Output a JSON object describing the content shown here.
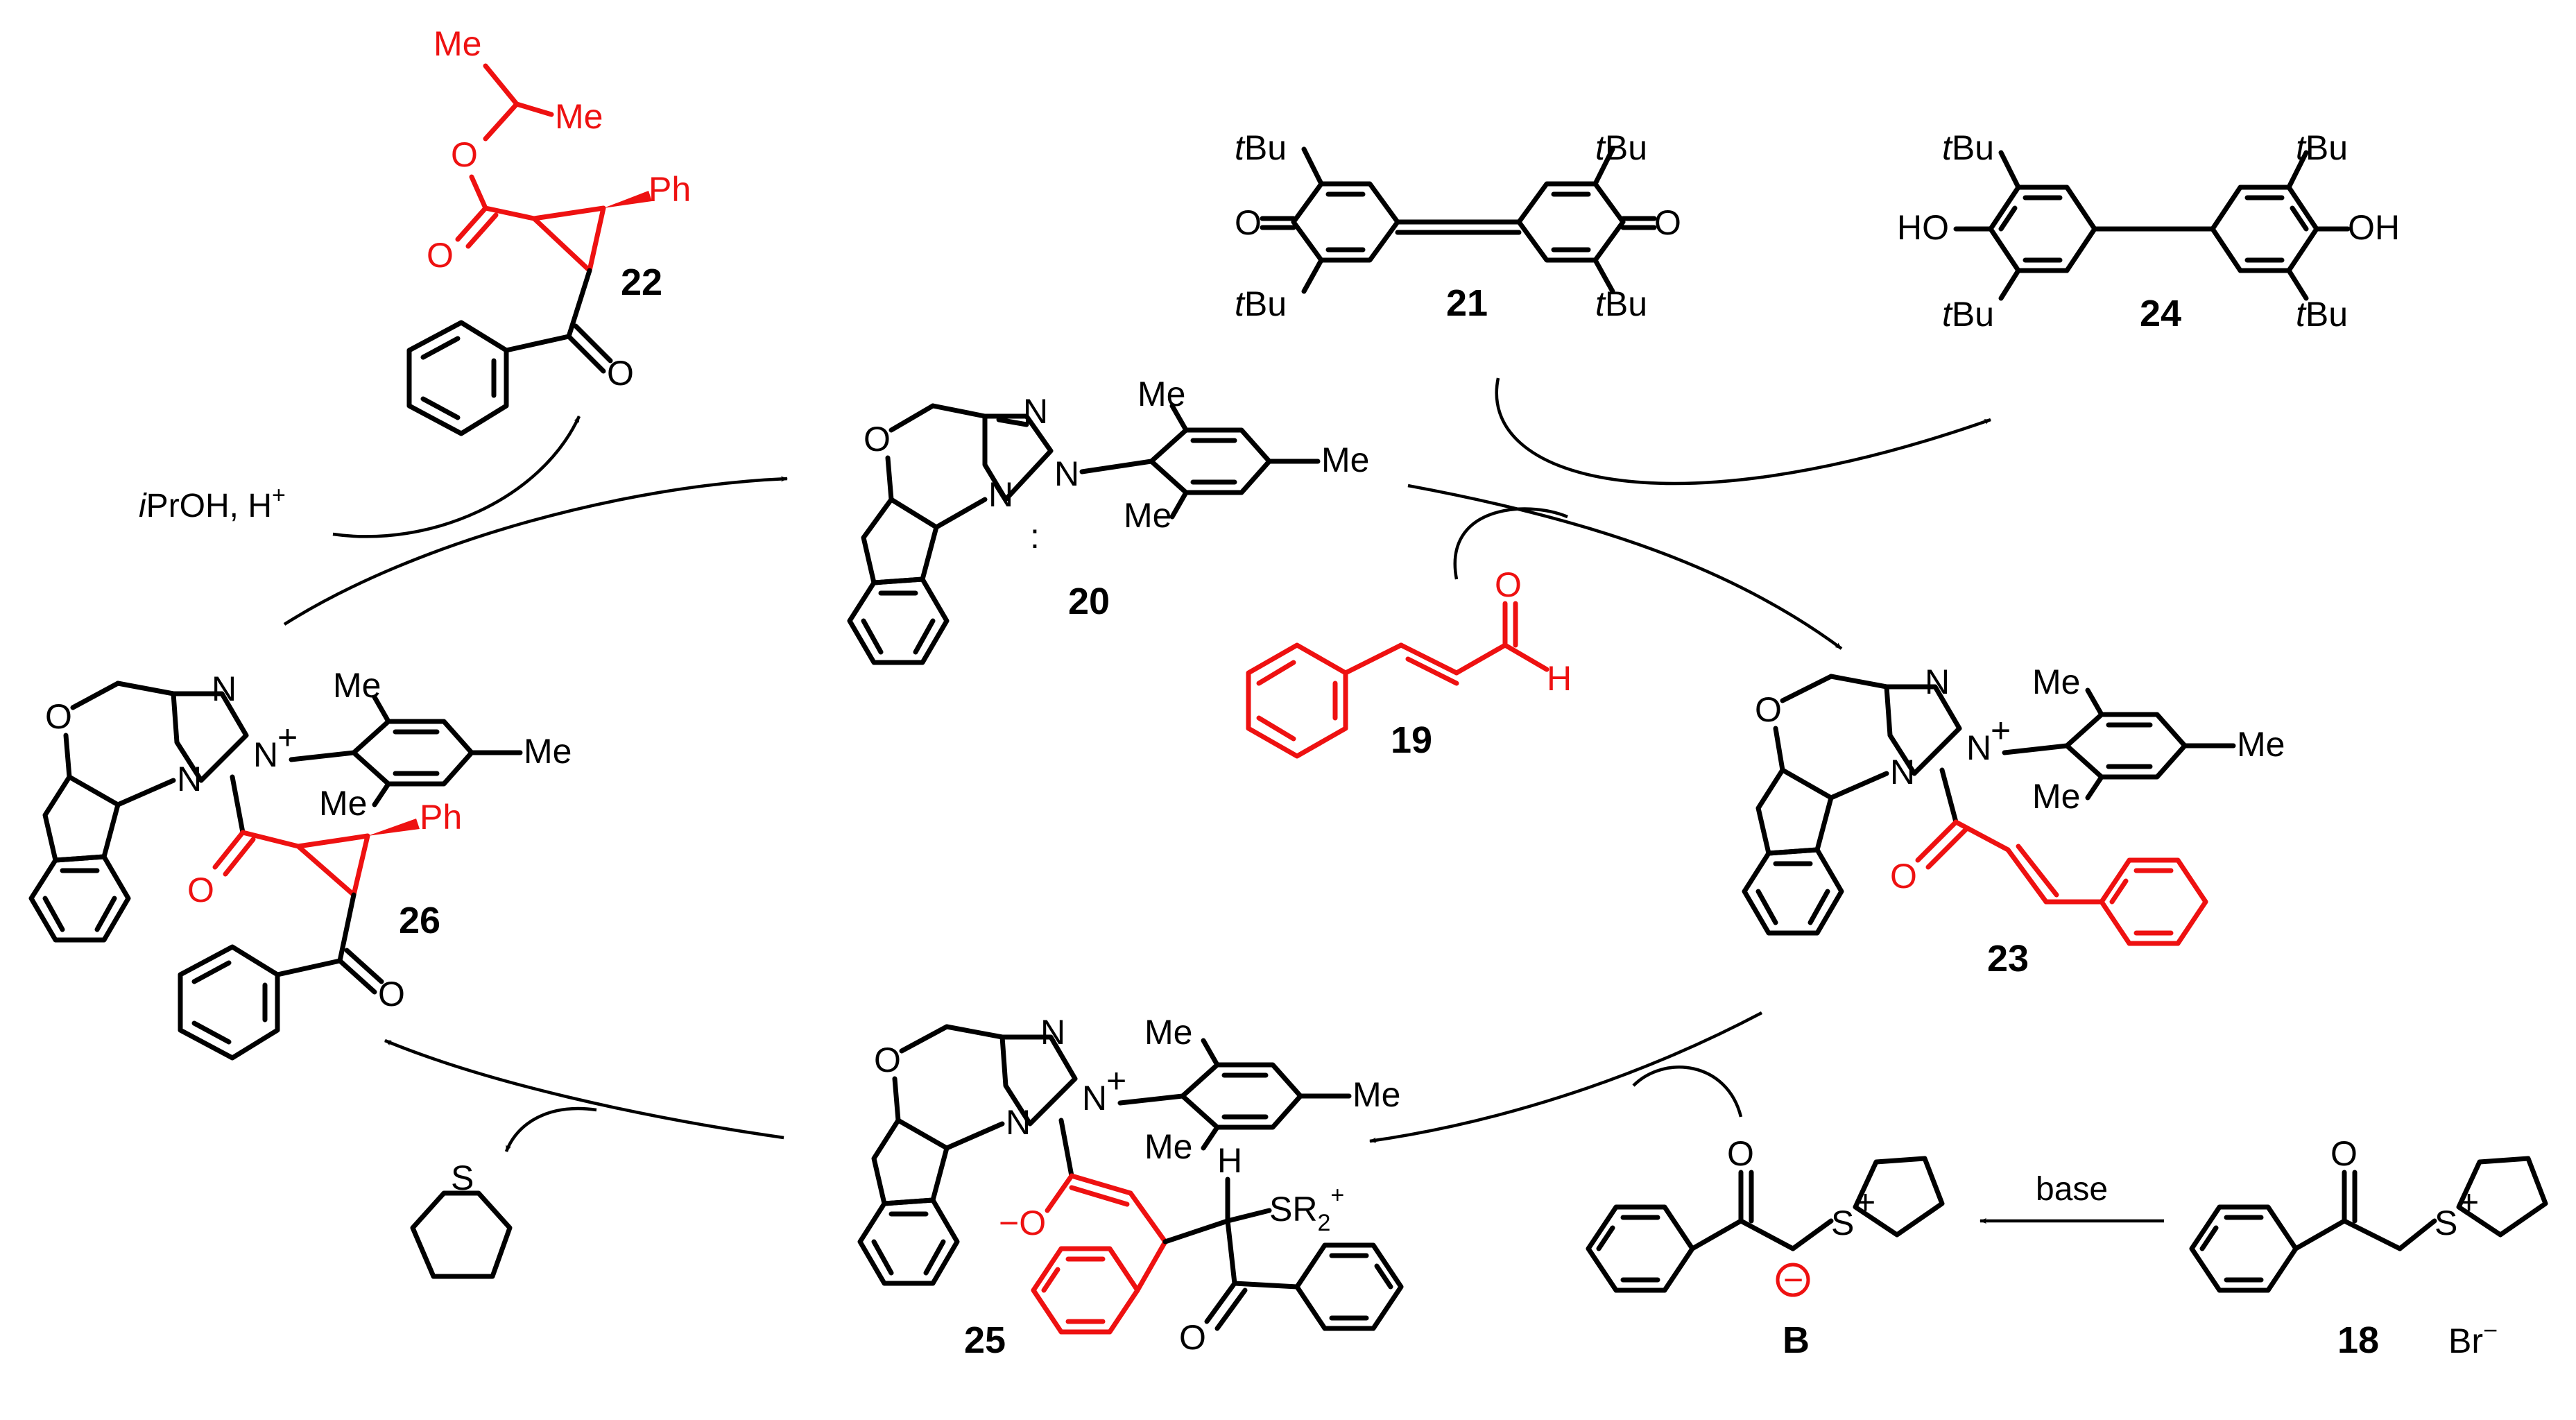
{
  "compounds": {
    "c18": "18",
    "c19": "19",
    "c20": "20",
    "c21": "21",
    "c22": "22",
    "c23": "23",
    "c24": "24",
    "c25": "25",
    "c26": "26",
    "B": "B"
  },
  "conditions": {
    "base": "base",
    "iprOH_prefix": "i",
    "iprOH_rest": "PrOH, H",
    "plus": "+"
  },
  "labels": {
    "O": "O",
    "N": "N",
    "S": "S",
    "H": "H",
    "Me": "Me",
    "Ph": "Ph",
    "HO": "HO",
    "OH": "OH",
    "t": "t",
    "Bu": "Bu",
    "Br": "Br",
    "minus": "−",
    "SR2": "SR",
    "two": "2",
    "neg_O": "−O"
  },
  "colors": {
    "highlight": "#ee1111",
    "ink": "#000000"
  }
}
